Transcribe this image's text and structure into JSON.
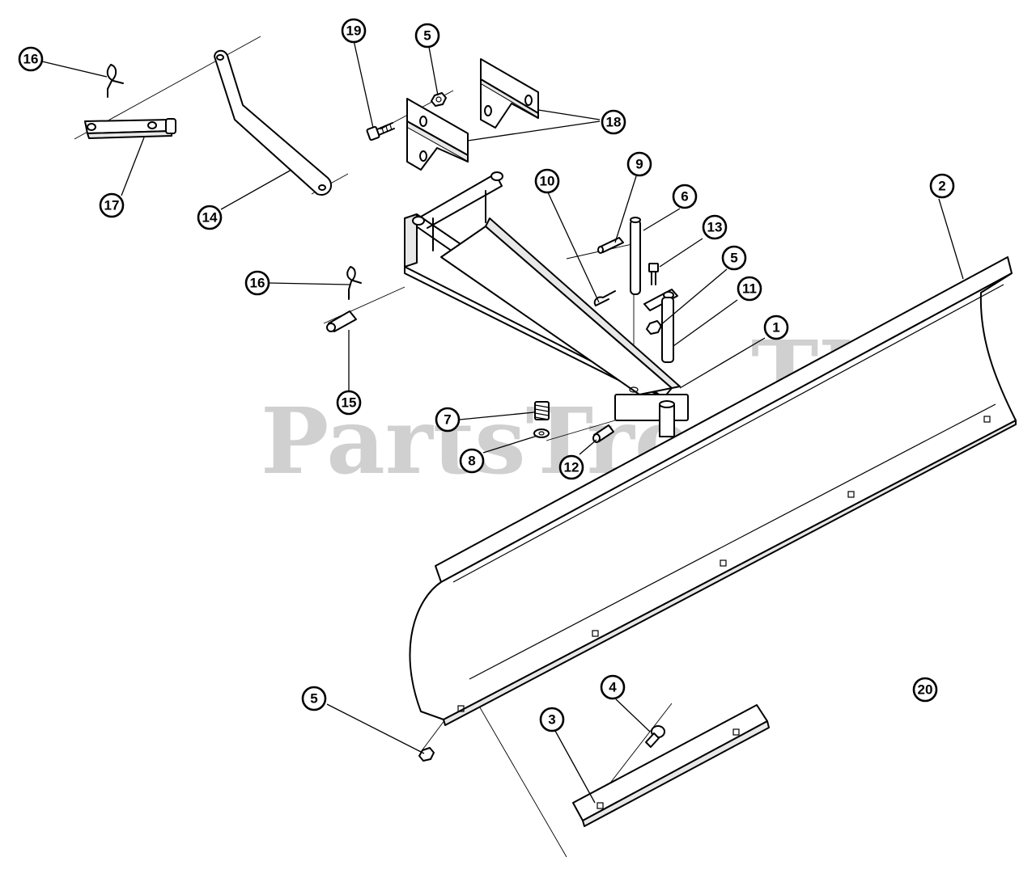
{
  "watermark": {
    "text": "PartsTree",
    "trademark": "TM"
  },
  "callouts": [
    {
      "id": "c16a",
      "label": "16"
    },
    {
      "id": "c17",
      "label": "17"
    },
    {
      "id": "c14",
      "label": "14"
    },
    {
      "id": "c19",
      "label": "19"
    },
    {
      "id": "c5a",
      "label": "5"
    },
    {
      "id": "c18",
      "label": "18"
    },
    {
      "id": "c10",
      "label": "10"
    },
    {
      "id": "c9",
      "label": "9"
    },
    {
      "id": "c6",
      "label": "6"
    },
    {
      "id": "c13",
      "label": "13"
    },
    {
      "id": "c5b",
      "label": "5"
    },
    {
      "id": "c11",
      "label": "11"
    },
    {
      "id": "c1",
      "label": "1"
    },
    {
      "id": "c2",
      "label": "2"
    },
    {
      "id": "c16b",
      "label": "16"
    },
    {
      "id": "c15",
      "label": "15"
    },
    {
      "id": "c7",
      "label": "7"
    },
    {
      "id": "c8",
      "label": "8"
    },
    {
      "id": "c12",
      "label": "12"
    },
    {
      "id": "c20",
      "label": "20"
    },
    {
      "id": "c5c",
      "label": "5"
    },
    {
      "id": "c4",
      "label": "4"
    },
    {
      "id": "c3",
      "label": "3"
    }
  ]
}
